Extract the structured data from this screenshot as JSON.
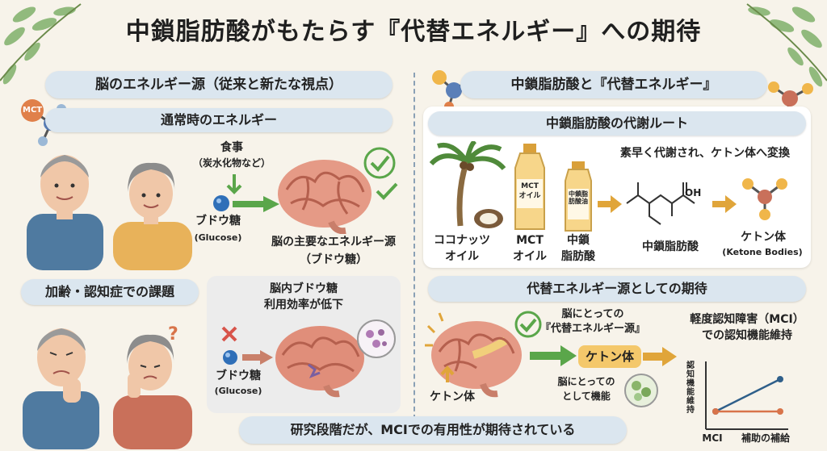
{
  "title": "中鎖脂肪酸がもたらす『代替エネルギー』への期待",
  "left": {
    "header": "脳のエネルギー源（従来と新たな視点）",
    "mct_badge": "MCT",
    "normal": {
      "header": "通常時のエネルギー",
      "food_label": "食事",
      "food_sub": "（炭水化物など）",
      "glucose": "ブドウ糖",
      "glucose_en": "(Glucose)",
      "brain_label": "脳の主要なエネルギー源",
      "brain_sub": "（ブドウ糖）"
    },
    "aging": {
      "header": "加齢・認知症での課題",
      "issue_title": "脳内ブドウ糖",
      "issue_sub": "利用効率が低下",
      "glucose": "ブドウ糖",
      "glucose_en": "(Glucose)",
      "question": "?"
    }
  },
  "right": {
    "header": "中鎖脂肪酸と『代替エネルギー』",
    "route": {
      "header": "中鎖脂肪酸の代謝ルート",
      "desc": "素早く代謝され、ケトン体へ変換",
      "coconut": "ココナッツ",
      "coconut2": "オイル",
      "mct": "MCT",
      "mct2": "オイル",
      "bottle1": "MCT",
      "bottle1b": "オイル",
      "bottle2": "中鎖脂肪酸油",
      "mcfa_short": "中鎖",
      "mcfa_short2": "脂肪酸",
      "mcfa": "中鎖脂肪酸",
      "oh": "OH",
      "ketone": "ケトン体",
      "ketone_en": "(Ketone Bodies)"
    },
    "alt": {
      "header": "代替エネルギー源としての期待",
      "brain_alt": "脳にとっての",
      "brain_alt2": "『代替エネルギー源』",
      "ketone": "ケトン体",
      "ketone_brain": "ケトン体",
      "function1": "脳にとっての",
      "function2": "として機能",
      "mci1": "軽度認知障害（MCI）",
      "mci2": "での認知機能維持",
      "chart_ylabel": "認知機能維持",
      "chart_x1": "MCI",
      "chart_x2": "補助の補給"
    }
  },
  "footer": "研究段階だが、MCIでの有用性が期待されている",
  "chart_data": {
    "type": "line",
    "x": [
      "MCI",
      "補助の補給"
    ],
    "series": [
      {
        "name": "",
        "values": [
          1,
          3
        ],
        "color": "#2f5f8a"
      },
      {
        "name": "",
        "values": [
          1,
          1
        ],
        "color": "#d8744a"
      }
    ],
    "ylabel": "認知機能維持",
    "ylim": [
      0,
      4
    ]
  },
  "colors": {
    "pill": "#dbe6ef",
    "green_arrow": "#5aa64a",
    "orange_arrow": "#e0a53a",
    "brain": "#e59a86",
    "glucose": "#2f6fb8",
    "leaf": "#6fa35a"
  }
}
